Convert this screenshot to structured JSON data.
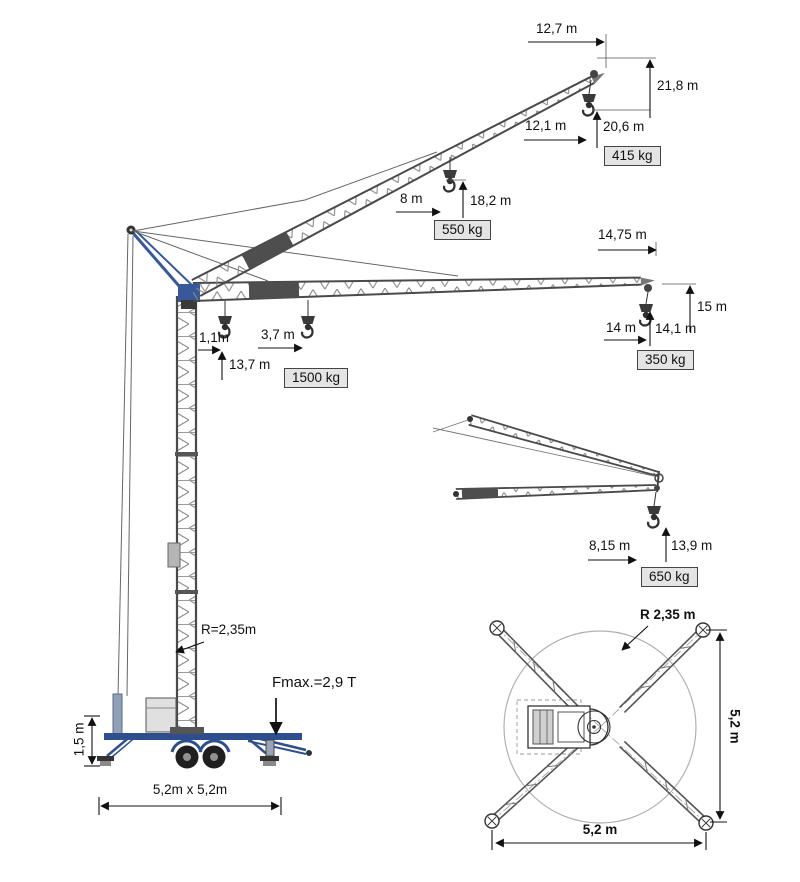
{
  "diagram": {
    "type": "self-erecting tower crane dimension and load diagram",
    "colors": {
      "accent_blue": "#2e4f8e",
      "line": "#444444",
      "load_box_bg": "#e4e4e4"
    },
    "labels": {
      "jib_raised": {
        "radius_tip": "12,7 m",
        "height_tip": "21,8 m",
        "radius_hook": "12,1 m",
        "height_hook": "20,6 m",
        "load_tip": "415 kg",
        "radius_mid": "8 m",
        "height_mid": "18,2 m",
        "load_mid": "550 kg"
      },
      "jib_horizontal": {
        "length": "14,75 m",
        "height_tip": "15 m",
        "radius_tip": "14 m",
        "height_hook_tip": "14,1 m",
        "load_tip": "350 kg",
        "radius_min": "1,1m",
        "radius_near": "3,7 m",
        "height_hook": "13,7 m",
        "load_max": "1500 kg"
      },
      "jib_folded": {
        "radius": "8,15 m",
        "height": "13,9 m",
        "load": "650 kg"
      },
      "base": {
        "tail_radius": "R=2,35m",
        "max_force": "Fmax.=2,9 T",
        "chassis_height": "1,5 m",
        "footprint": "5,2m x 5,2m"
      },
      "plan": {
        "radius": "R 2,35 m",
        "side_right": "5,2 m",
        "side_bottom": "5,2 m"
      }
    }
  }
}
